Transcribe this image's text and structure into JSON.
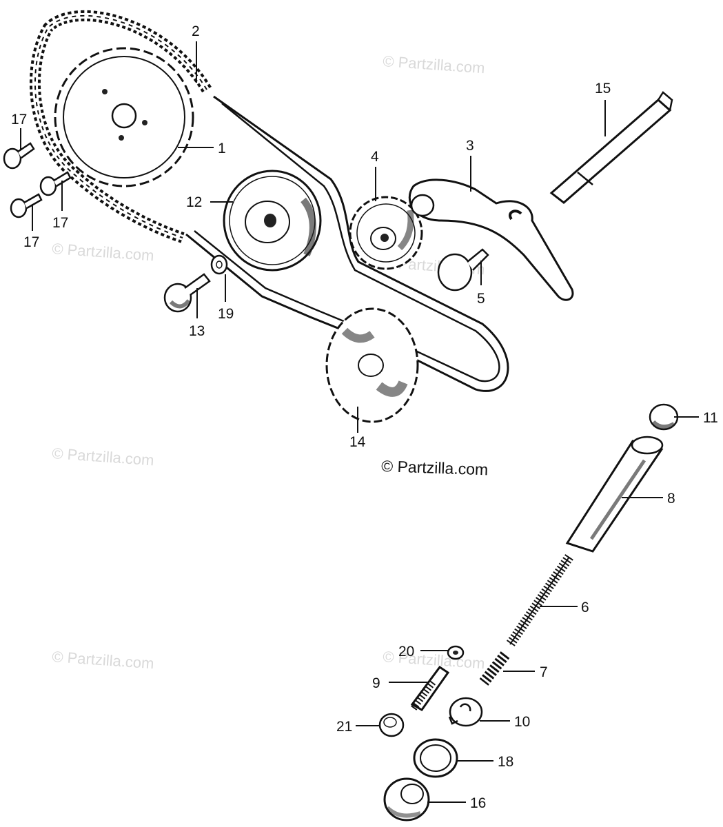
{
  "watermark": "© Partzilla.com",
  "copyright": "© Partzilla.com",
  "callouts": [
    {
      "id": "1",
      "text": "1"
    },
    {
      "id": "2",
      "text": "2"
    },
    {
      "id": "3",
      "text": "3"
    },
    {
      "id": "4",
      "text": "4"
    },
    {
      "id": "5",
      "text": "5"
    },
    {
      "id": "6",
      "text": "6"
    },
    {
      "id": "7",
      "text": "7"
    },
    {
      "id": "8",
      "text": "8"
    },
    {
      "id": "9",
      "text": "9"
    },
    {
      "id": "10",
      "text": "10"
    },
    {
      "id": "11",
      "text": "11"
    },
    {
      "id": "12",
      "text": "12"
    },
    {
      "id": "13",
      "text": "13"
    },
    {
      "id": "14",
      "text": "14"
    },
    {
      "id": "15",
      "text": "15"
    },
    {
      "id": "16",
      "text": "16"
    },
    {
      "id": "17a",
      "text": "17"
    },
    {
      "id": "17b",
      "text": "17"
    },
    {
      "id": "17c",
      "text": "17"
    },
    {
      "id": "18",
      "text": "18"
    },
    {
      "id": "19",
      "text": "19"
    },
    {
      "id": "20",
      "text": "20"
    },
    {
      "id": "21",
      "text": "21"
    }
  ]
}
